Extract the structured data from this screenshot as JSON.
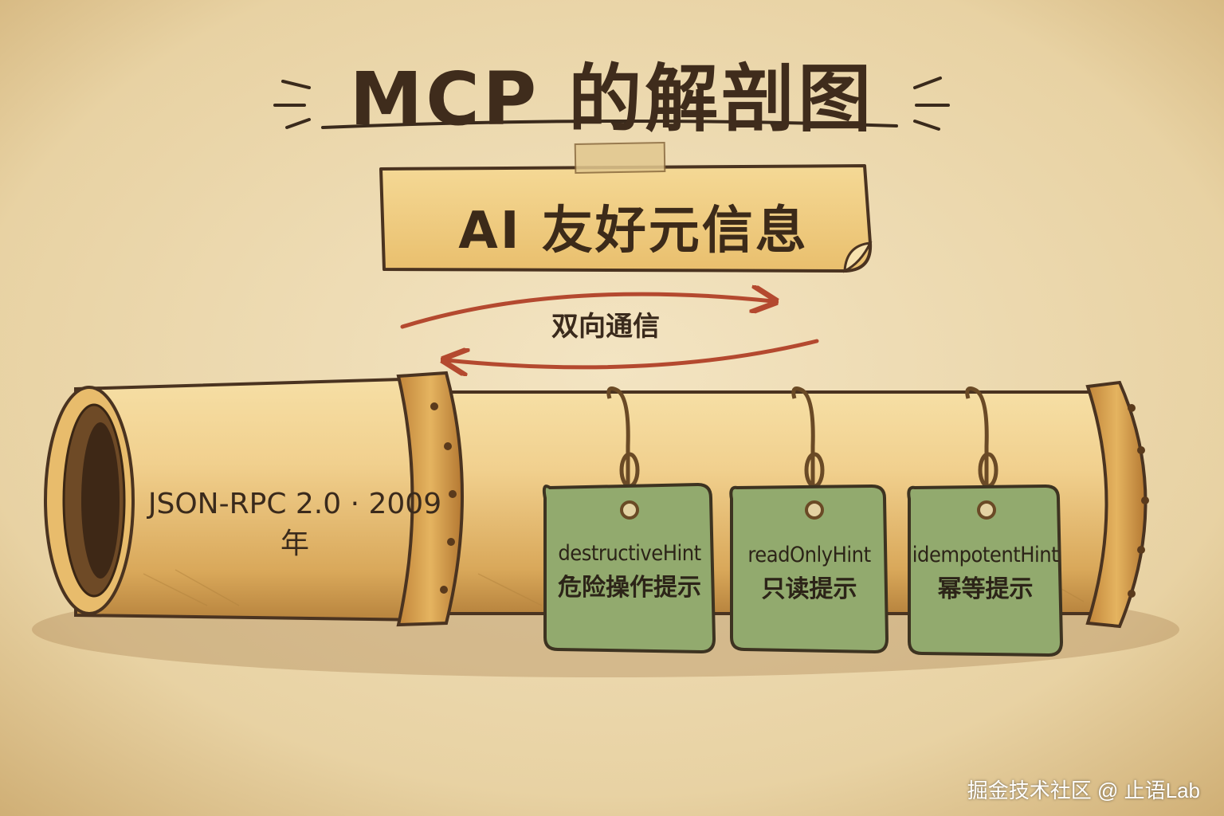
{
  "title": "MCP 的解剖图",
  "banner": "AI 友好元信息",
  "arrow_label": "双向通信",
  "pipe_label": "JSON-RPC 2.0 · 2009年",
  "tags": [
    {
      "en": "destructiveHint",
      "zh": "危险操作提示"
    },
    {
      "en": "readOnlyHint",
      "zh": "只读提示"
    },
    {
      "en": "idempotentHint",
      "zh": "幂等提示"
    }
  ],
  "watermark": "掘金技术社区 @ 止语Lab",
  "colors": {
    "background": "#ecd9ae",
    "pipe": "#edc97e",
    "pipe_ring": "#d39a42",
    "banner": "#f0cd83",
    "tag": "#92aa6e",
    "arrow": "#b4492f",
    "ink": "#3b2a1c"
  }
}
